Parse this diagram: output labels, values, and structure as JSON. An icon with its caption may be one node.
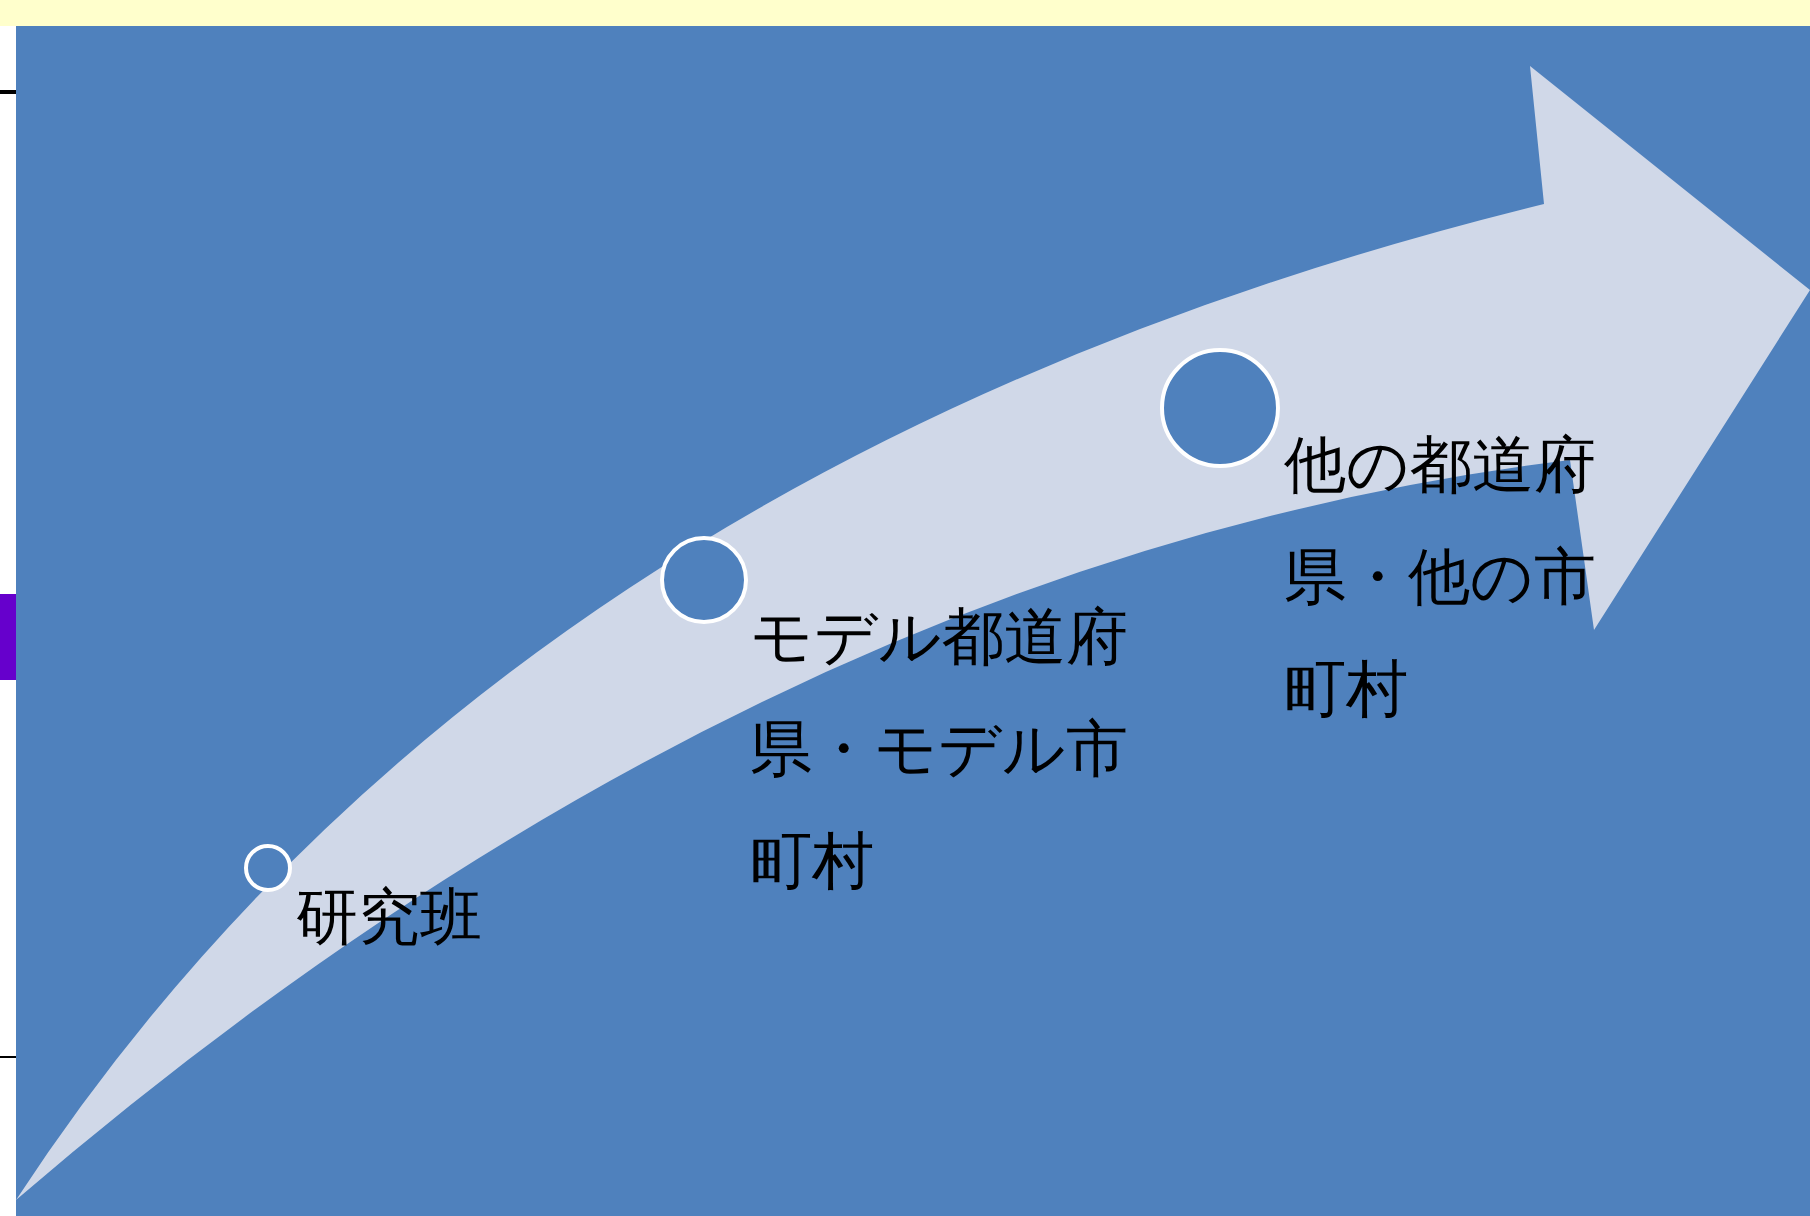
{
  "diagram": {
    "nodes": [
      {
        "text": [],
        "shape": "circle",
        "beside": [
          "研究班"
        ]
      },
      {
        "text": [],
        "shape": "circle",
        "beside": [
          "モデル都道府県・モデル市町村"
        ]
      },
      {
        "text": [],
        "shape": "circle",
        "beside": [
          "他の都道府県・他の市町村"
        ]
      }
    ]
  }
}
